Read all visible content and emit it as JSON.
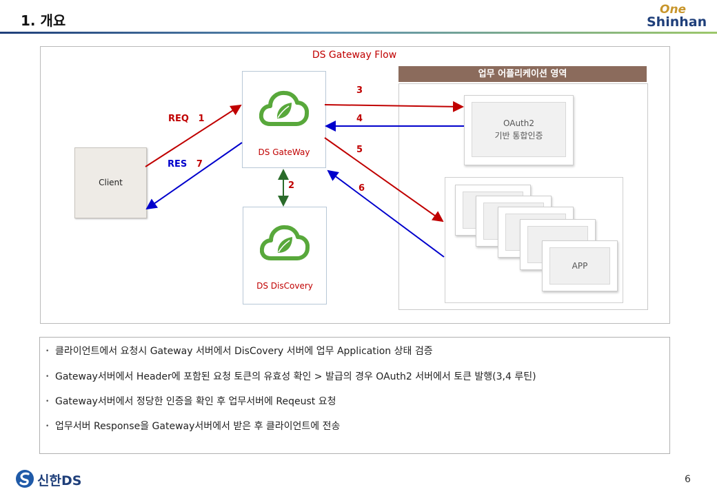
{
  "header": {
    "title": "1. 개요",
    "logo_top": "One",
    "logo_bottom": "Shinhan"
  },
  "diagram": {
    "title": "DS Gateway Flow",
    "biz_area_label": "업무 어플리케이션 영역",
    "client": "Client",
    "gateway": "DS GateWay",
    "discovery": "DS DisCovery",
    "oauth_line1": "OAuth2",
    "oauth_line2": "기반 통합인증",
    "app": "APP",
    "req_label": "REQ",
    "req_num": "1",
    "res_label": "RES",
    "res_num": "7",
    "step2": "2",
    "step3": "3",
    "step4": "4",
    "step5": "5",
    "step6": "6",
    "colors": {
      "request": "#c00000",
      "response": "#0000cc",
      "discovery": "#2a6b2a",
      "leaf": "#58a83b"
    }
  },
  "bullets": [
    "클라이언트에서 요청시 Gateway 서버에서 DisCovery 서버에 업무 Application 상태 검증",
    "Gateway서버에서 Header에 포함된 요청 토큰의 유효성 확인 > 발급의 경우 OAuth2 서버에서 토큰 발행(3,4 루틴)",
    "Gateway서버에서 정당한 인증을 확인 후 업무서버에 Reqeust 요청",
    "업무서버 Response을 Gateway서버에서 받은 후 클라이언트에 전송"
  ],
  "footer": {
    "brand": "신한DS",
    "page": "6"
  }
}
